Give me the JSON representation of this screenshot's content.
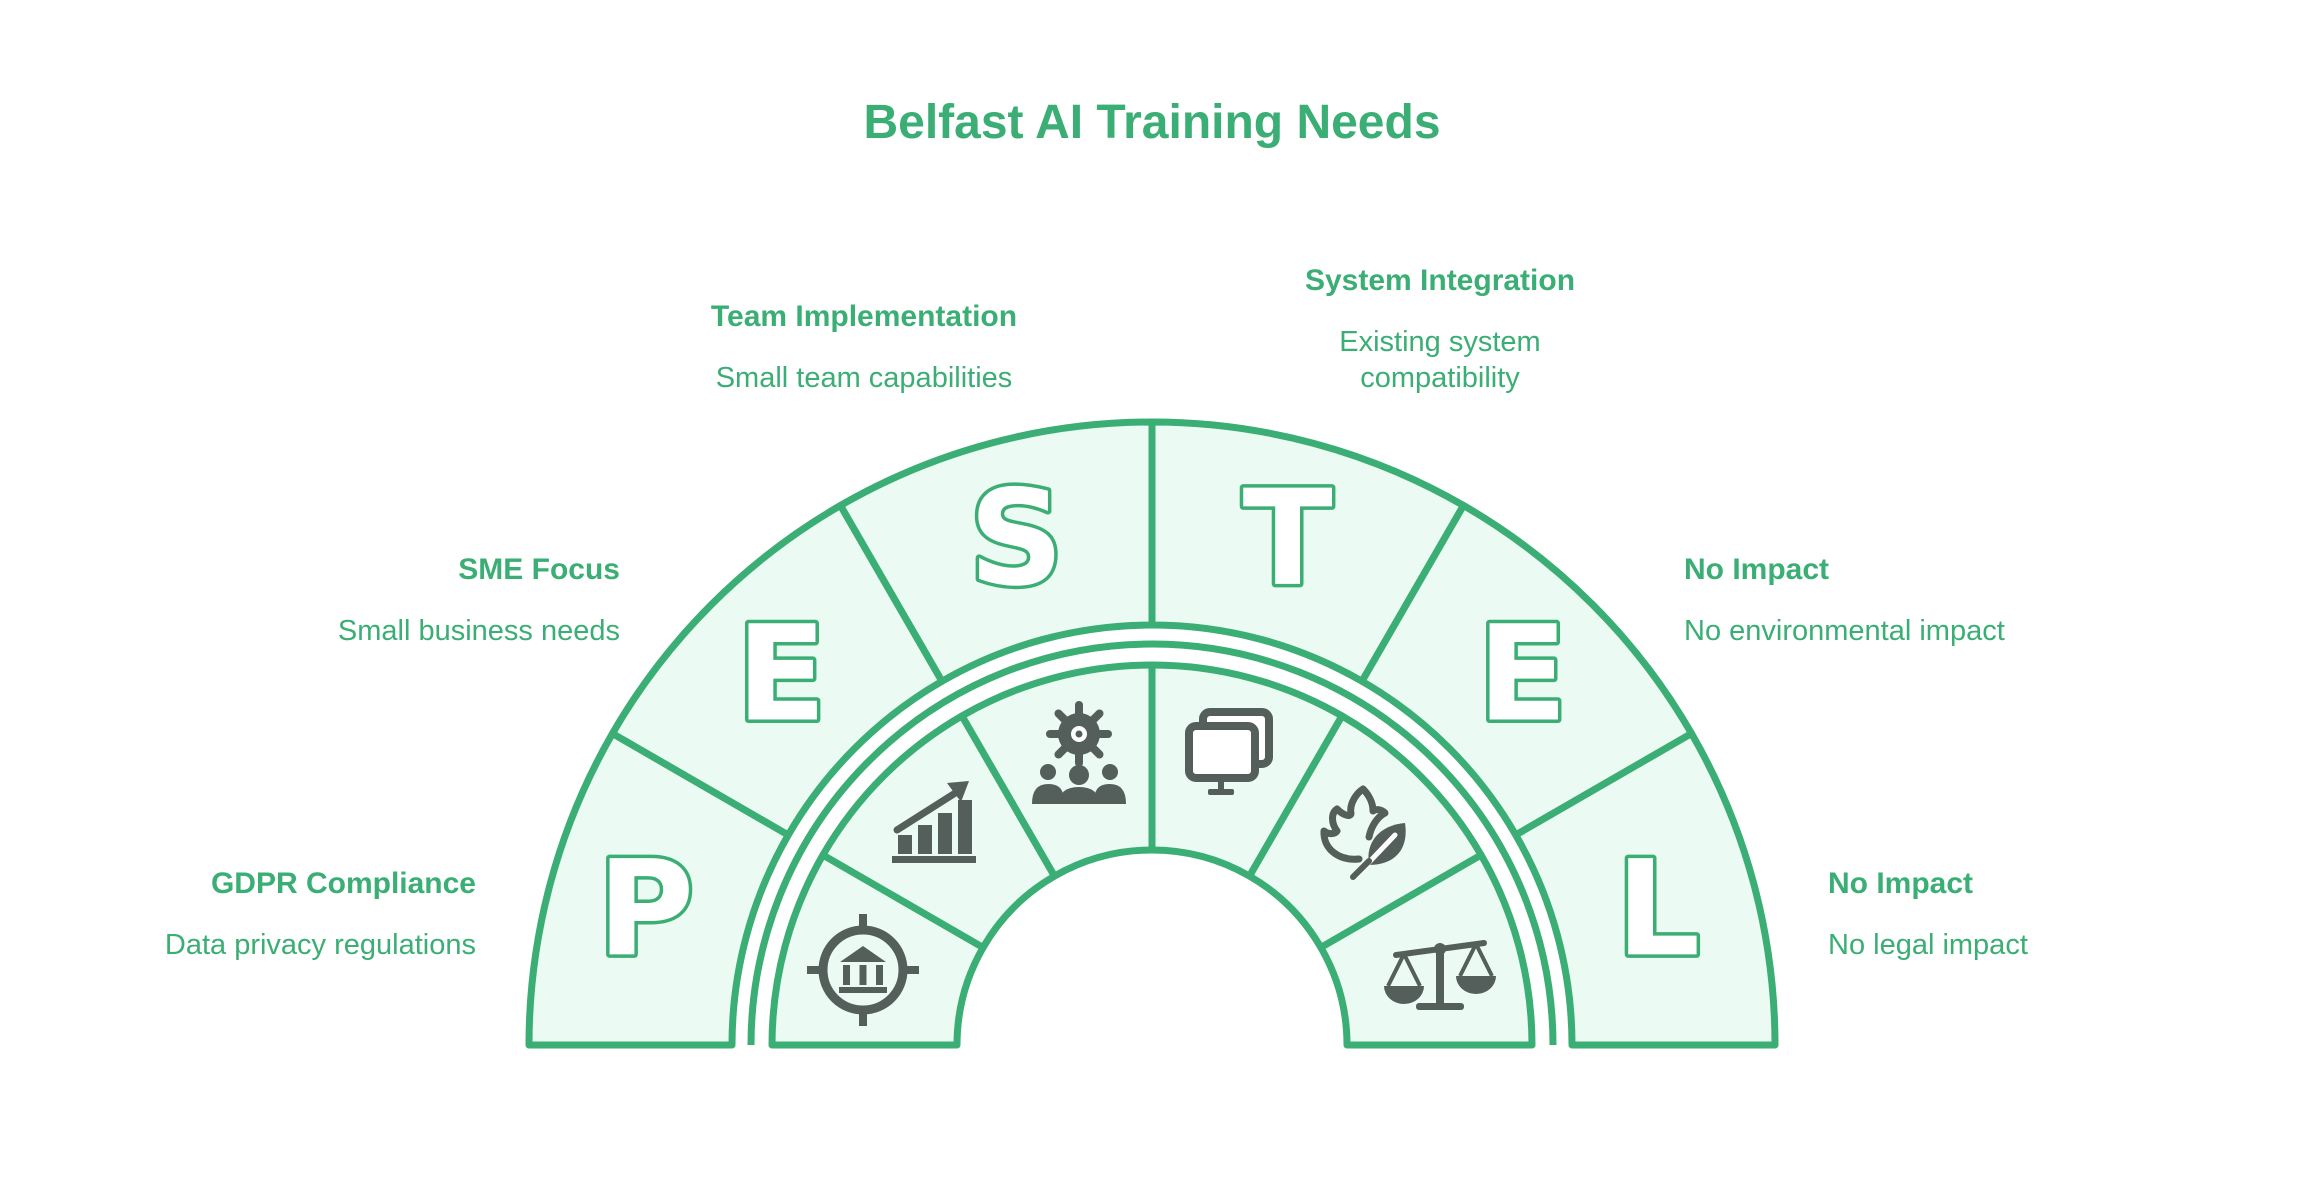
{
  "title": "Belfast AI Training Needs",
  "colors": {
    "accent": "#3aae74",
    "fill": "#ebfaf2",
    "icon": "#545e5a"
  },
  "segments": [
    {
      "letter": "P",
      "heading": "GDPR Compliance",
      "description": "Data privacy regulations",
      "icon": "bank-target-icon"
    },
    {
      "letter": "E",
      "heading": "SME Focus",
      "description": "Small business needs",
      "icon": "growth-chart-icon"
    },
    {
      "letter": "S",
      "heading": "Team Implementation",
      "description": "Small team capabilities",
      "icon": "team-gear-icon"
    },
    {
      "letter": "T",
      "heading": "System Integration",
      "description": "Existing system compatibility",
      "icon": "monitors-icon"
    },
    {
      "letter": "E",
      "heading": "No Impact",
      "description": "No environmental impact",
      "icon": "leaf-icon"
    },
    {
      "letter": "L",
      "heading": "No Impact",
      "description": "No legal impact",
      "icon": "scales-icon"
    }
  ]
}
